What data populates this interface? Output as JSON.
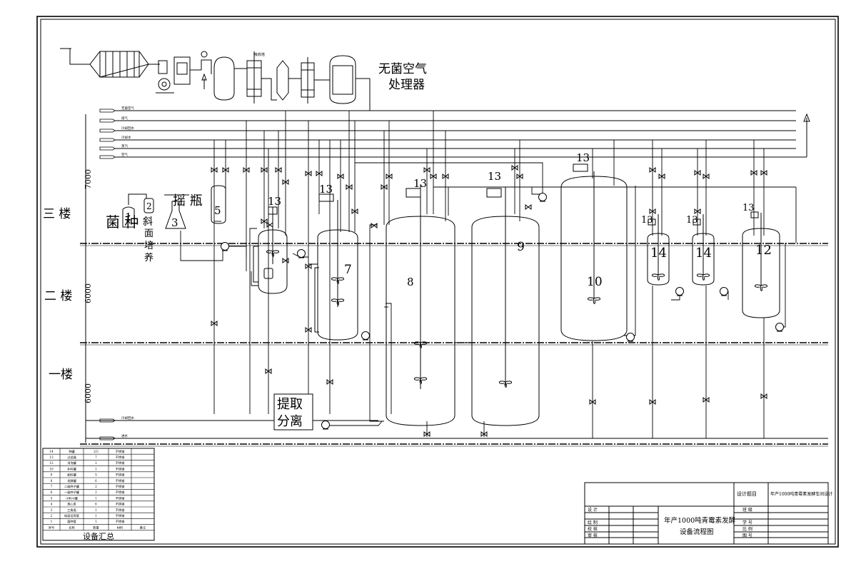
{
  "air_unit": {
    "line1": "无菌空气",
    "line2": "处理器",
    "filter_tag": "吸收塔"
  },
  "floors": {
    "third": "三 楼",
    "second": "二 楼",
    "first": "一楼"
  },
  "heights": {
    "third": "7000",
    "second": "6000",
    "first": "6000"
  },
  "pipes": [
    "无菌空气",
    "排气",
    "冷却回水",
    "冷却水",
    "蒸汽",
    "空气"
  ],
  "bottom_pipes": {
    "return": "冷却回水",
    "supply": "进水"
  },
  "seed_labels": {
    "shake": "摇 瓶",
    "strain": "菌 种",
    "slant_1": "斜",
    "slant_2": "面",
    "slant_3": "培",
    "slant_4": "养"
  },
  "equipment_numbers": {
    "n1": "1",
    "n2": "2",
    "n3": "3",
    "n5": "5",
    "n7": "7",
    "n8": "8",
    "n9": "9",
    "n10": "10",
    "n12": "12",
    "n14a": "14",
    "n14b": "14",
    "n13": "13"
  },
  "extraction": {
    "line1": "提取",
    "line2": "分离"
  },
  "equipment_table": {
    "rows": [
      [
        "14",
        "种罐",
        "2只",
        "不锈钢"
      ],
      [
        "13",
        "过滤器",
        "7",
        "不锈钢"
      ],
      [
        "12",
        "消泡罐",
        "2",
        "不锈钢"
      ],
      [
        "10",
        "补料罐",
        "1",
        "不锈钢"
      ],
      [
        "9",
        "配料罐",
        "5",
        "不锈钢"
      ],
      [
        "8",
        "发酵罐",
        "6",
        "不锈钢"
      ],
      [
        "7",
        "二级种子罐",
        "2",
        "不锈钢"
      ],
      [
        "6",
        "一级种子罐",
        "2",
        "不锈钢"
      ],
      [
        "5",
        "小料斗罐",
        "1",
        "不锈钢"
      ],
      [
        "4",
        "离心泵",
        "6",
        "不锈钢"
      ],
      [
        "3",
        "三角瓶",
        "1",
        "不锈钢"
      ],
      [
        "2",
        "斜面培养管",
        "1",
        "不锈钢"
      ],
      [
        "1",
        "菌种管",
        "1",
        "不锈钢"
      ]
    ],
    "header": [
      "序号",
      "名称",
      "数量",
      "材料",
      "备注"
    ],
    "caption": "设备汇总"
  },
  "title_block": {
    "design_topic_label": "设计题目",
    "design_topic": "年产1000吨青霉素发酵车间设计",
    "left_roles": [
      "设 计",
      "绘 制",
      "校 核",
      "审 核"
    ],
    "drawing_title_1": "年产1000吨青霉素发酵",
    "drawing_title_2": "设备流程图",
    "right_labels": [
      "班 级",
      "学 号",
      "比 例",
      "图 号"
    ]
  }
}
